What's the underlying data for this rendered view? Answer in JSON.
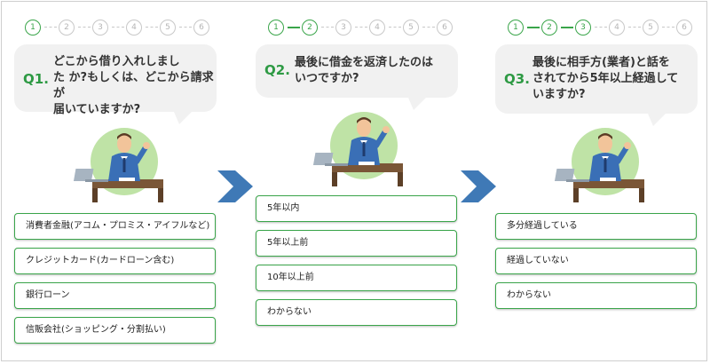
{
  "colors": {
    "accent": "#3aa54a",
    "bubble": "#f1f1f1",
    "arrow": "#3f79b6"
  },
  "steps": [
    "1",
    "2",
    "3",
    "4",
    "5",
    "6"
  ],
  "questions": [
    {
      "label": "Q1.",
      "lines": [
        "どこから借り入れしまし",
        "た か?もしくは、どこから請求が",
        "届いていますか?"
      ],
      "options": [
        "消費者金融(アコム・プロミス・アイフルなど)",
        "クレジットカード(カードローン含む)",
        "銀行ローン",
        "信販会社(ショッピング・分割払い)"
      ]
    },
    {
      "label": "Q2.",
      "lines": [
        "最後に借金を返済したのは",
        "いつですか?"
      ],
      "options": [
        "5年以内",
        "5年以上前",
        "10年以上前",
        "わからない"
      ]
    },
    {
      "label": "Q3.",
      "lines": [
        "最後に相手方(業者)と話を",
        "されてから5年以上経過して",
        "いますか?"
      ],
      "options": [
        "多分経過している",
        "経過していない",
        "わからない"
      ]
    }
  ]
}
